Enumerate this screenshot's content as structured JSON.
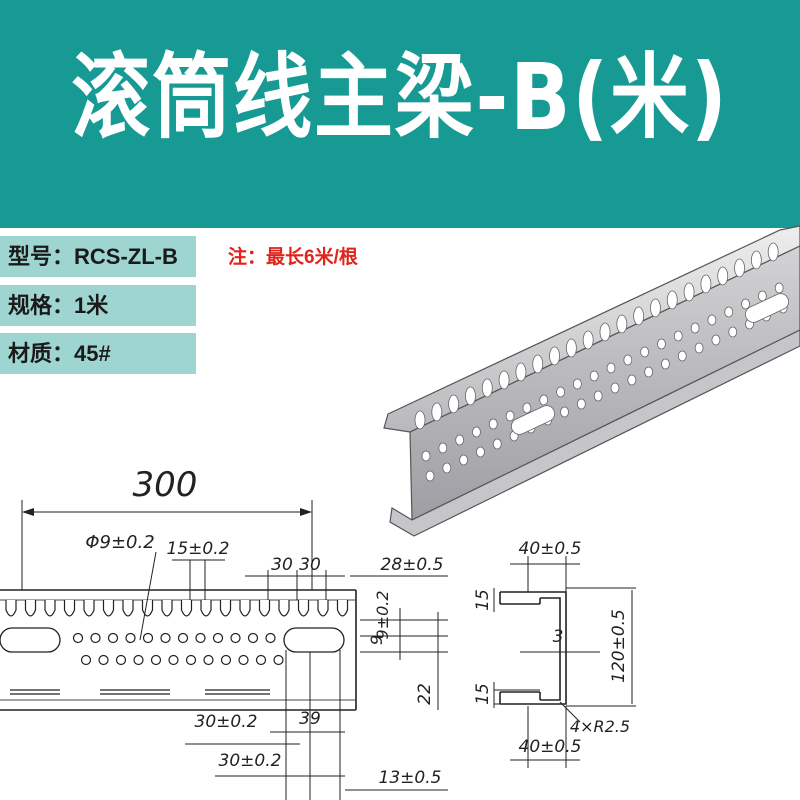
{
  "title": "滚筒线主梁-B(米)",
  "specs": {
    "model": "型号：RCS-ZL-B",
    "size": "规格：1米",
    "material": "材质：45#"
  },
  "note": "注：最长6米/根",
  "colors": {
    "banner": "#179a94",
    "spec_bg": "#9fd5d1",
    "note": "#e0241b"
  },
  "drawing": {
    "length": "300",
    "hole_dia": "Φ9±0.2",
    "pitch_15": "15±0.2",
    "pitch_30a": "30",
    "pitch_30b": "30",
    "dim_28": "28±0.5",
    "dim_9_top": "9±0.2",
    "dim_9_side": "9",
    "dim_22": "22",
    "dim_39": "39",
    "dim_30_a": "30±0.2",
    "dim_30_b": "30±0.2",
    "dim_13": "13±0.5"
  },
  "section": {
    "width_top": "40±0.5",
    "flange_top": "15",
    "thickness": "3",
    "height": "120±0.5",
    "flange_bottom": "15",
    "radius": "4×R2.5",
    "width_bottom": "40±0.5"
  }
}
